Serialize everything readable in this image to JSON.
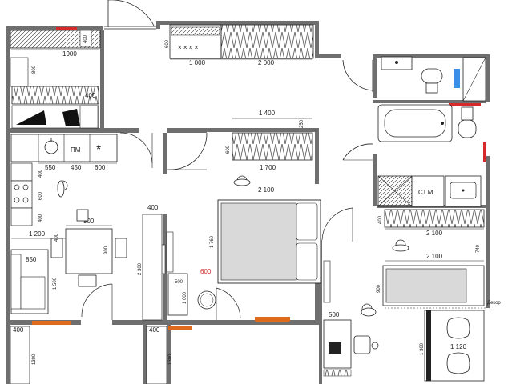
{
  "plan": {
    "dimensions": {
      "d_400_top": "400",
      "d_1900": "1900",
      "d_800": "800",
      "d_400_mid": "400",
      "d_600_wardrobe": "600",
      "d_1000_a": "1 000",
      "d_2000": "2 000",
      "d_1400": "1 400",
      "d_250": "250",
      "d_600_bed": "600",
      "d_1700": "1 700",
      "d_550": "550",
      "d_450": "450",
      "d_600_k": "600",
      "d_400_k1": "400",
      "d_600_k2": "600",
      "d_400_k3": "400",
      "d_900_table": "900",
      "d_900_table_v": "900",
      "d_1200": "1 200",
      "d_400_t": "400",
      "d_850": "850",
      "d_1500": "1 500",
      "d_400_corr": "400",
      "d_2300": "2 300",
      "d_2100_bed": "2 100",
      "d_1760": "1 760",
      "d_500_h": "500",
      "d_600_red": "600",
      "d_1000_v": "1 000",
      "d_400_br": "400",
      "d_2100_c1": "2 100",
      "d_740": "740",
      "d_2100_c2": "2 100",
      "d_900_c": "900",
      "d_500_desk": "500",
      "d_1360": "1 360",
      "d_1120": "1 120",
      "d_400_bl": "400",
      "d_1300_l": "1300",
      "d_400_bm": "400",
      "d_1300_m": "1300"
    },
    "labels": {
      "pm": "ПМ",
      "stm": "СТ.М",
      "asterisk": "*",
      "decor": "Декор"
    },
    "colors": {
      "wall": "#6f6f6f",
      "line": "#222222",
      "radiator": "#e06a1c",
      "accent_red": "#d42a2a",
      "accent_blue": "#3b8ee8",
      "furniture": "#d9d9d9"
    }
  }
}
